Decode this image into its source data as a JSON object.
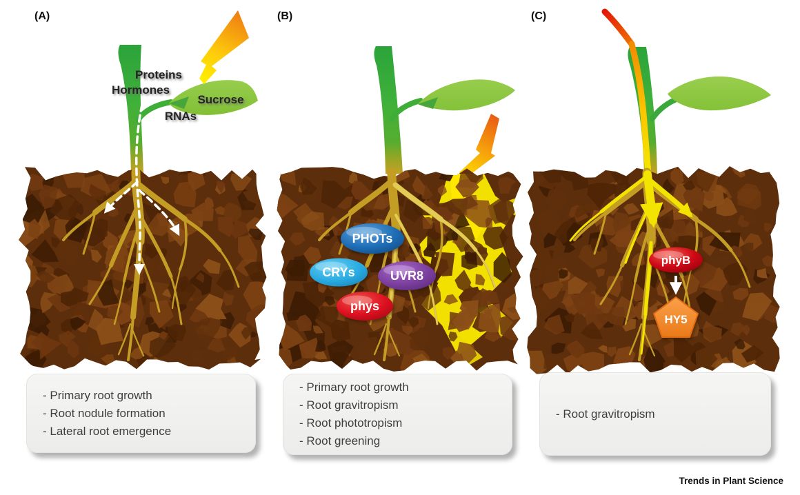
{
  "figure": {
    "brand": "Trends in Plant Science",
    "panels": [
      {
        "id": "A",
        "letter": "(A)",
        "signals": {
          "proteins": "Proteins",
          "hormones": "Hormones",
          "sucrose": "Sucrose",
          "rnas": "RNAs"
        },
        "effects": [
          "- Primary root growth",
          "- Root nodule formation",
          "- Lateral root emergence"
        ]
      },
      {
        "id": "B",
        "letter": "(B)",
        "receptors": {
          "phots": "PHOTs",
          "crys": "CRYs",
          "uvr8": "UVR8",
          "phys": "phys"
        },
        "effects": [
          "- Primary root growth",
          "- Root gravitropism",
          "- Root phototropism",
          "- Root greening"
        ]
      },
      {
        "id": "C",
        "letter": "(C)",
        "molecules": {
          "phyb": "phyB",
          "hy5": "HY5"
        },
        "effects": [
          "- Root gravitropism"
        ]
      }
    ],
    "colors": {
      "phots": "#1d6cb4",
      "crys": "#29abe2",
      "uvr8": "#7b3f9d",
      "phys": "#dc1020",
      "phyb": "#cf0a16",
      "hy5": "#f58626",
      "soil": "#5d2e0b",
      "root": "#c49d24",
      "light": "#f2e300"
    }
  }
}
